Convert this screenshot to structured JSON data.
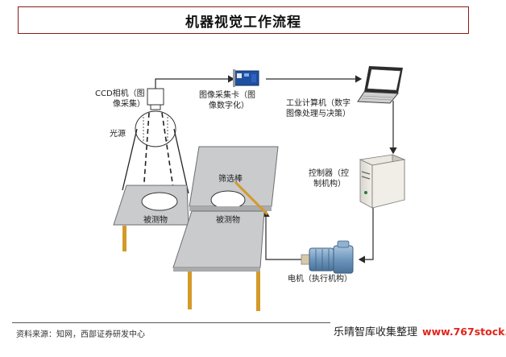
{
  "title": "机器视觉工作流程",
  "labels": {
    "camera_line1": "CCD相机（图",
    "camera_line2": "像采集）",
    "light": "光源",
    "capture_card_line1": "图像采集卡（图",
    "capture_card_line2": "像数字化）",
    "computer_line1": "工业计算机（数字",
    "computer_line2": "图像处理与决策）",
    "controller_line1": "控制器（控",
    "controller_line2": "制机构）",
    "sorter": "筛选棒",
    "object_left": "被测物",
    "object_right": "被测物",
    "motor": "电机（执行机构）"
  },
  "footer": {
    "source": "资料来源：知网，西部证券研发中心",
    "watermark_cn": "乐晴智库收集整理",
    "watermark_url": "www.767stock.co"
  },
  "colors": {
    "title_border": "#8b1a1a",
    "table_top": "#c9cbcc",
    "table_legs": "#d39a2a",
    "arrows": "#2a2a2a",
    "motor": "#7fa6c8",
    "watermark_url": "#e0241b"
  }
}
